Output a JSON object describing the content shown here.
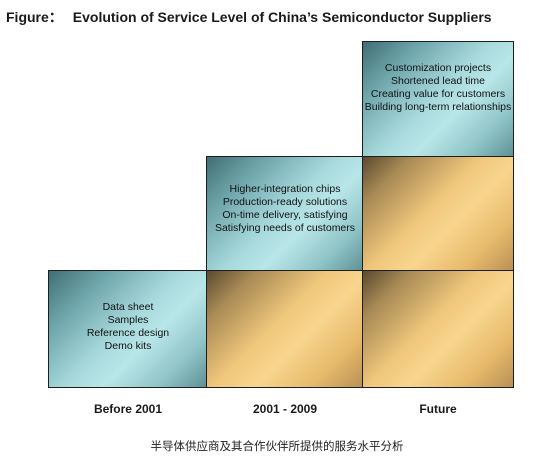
{
  "title": {
    "label": "Figure：",
    "text": "Evolution of Service Level of China’s Semiconductor Suppliers"
  },
  "stages": [
    {
      "name": "Before 2001",
      "items": [
        "Data sheet",
        "Samples",
        "Reference design",
        "Demo kits"
      ]
    },
    {
      "name": "2001 - 2009",
      "items": [
        "Higher-integration chips",
        "Production-ready solutions",
        "On-time delivery, satisfying",
        "Satisfying needs of customers"
      ]
    },
    {
      "name": "Future",
      "items": [
        "Customization projects",
        "Shortened lead time",
        "Creating value for customers",
        "Building long-term relationships"
      ]
    }
  ],
  "caption": "半导体供应商及其合作伙伴所提供的服务水平分析",
  "colors": {
    "teal_fill": "#a7d9dc",
    "gold_fill": "#f0c77c",
    "border": "#1e1e1e"
  }
}
